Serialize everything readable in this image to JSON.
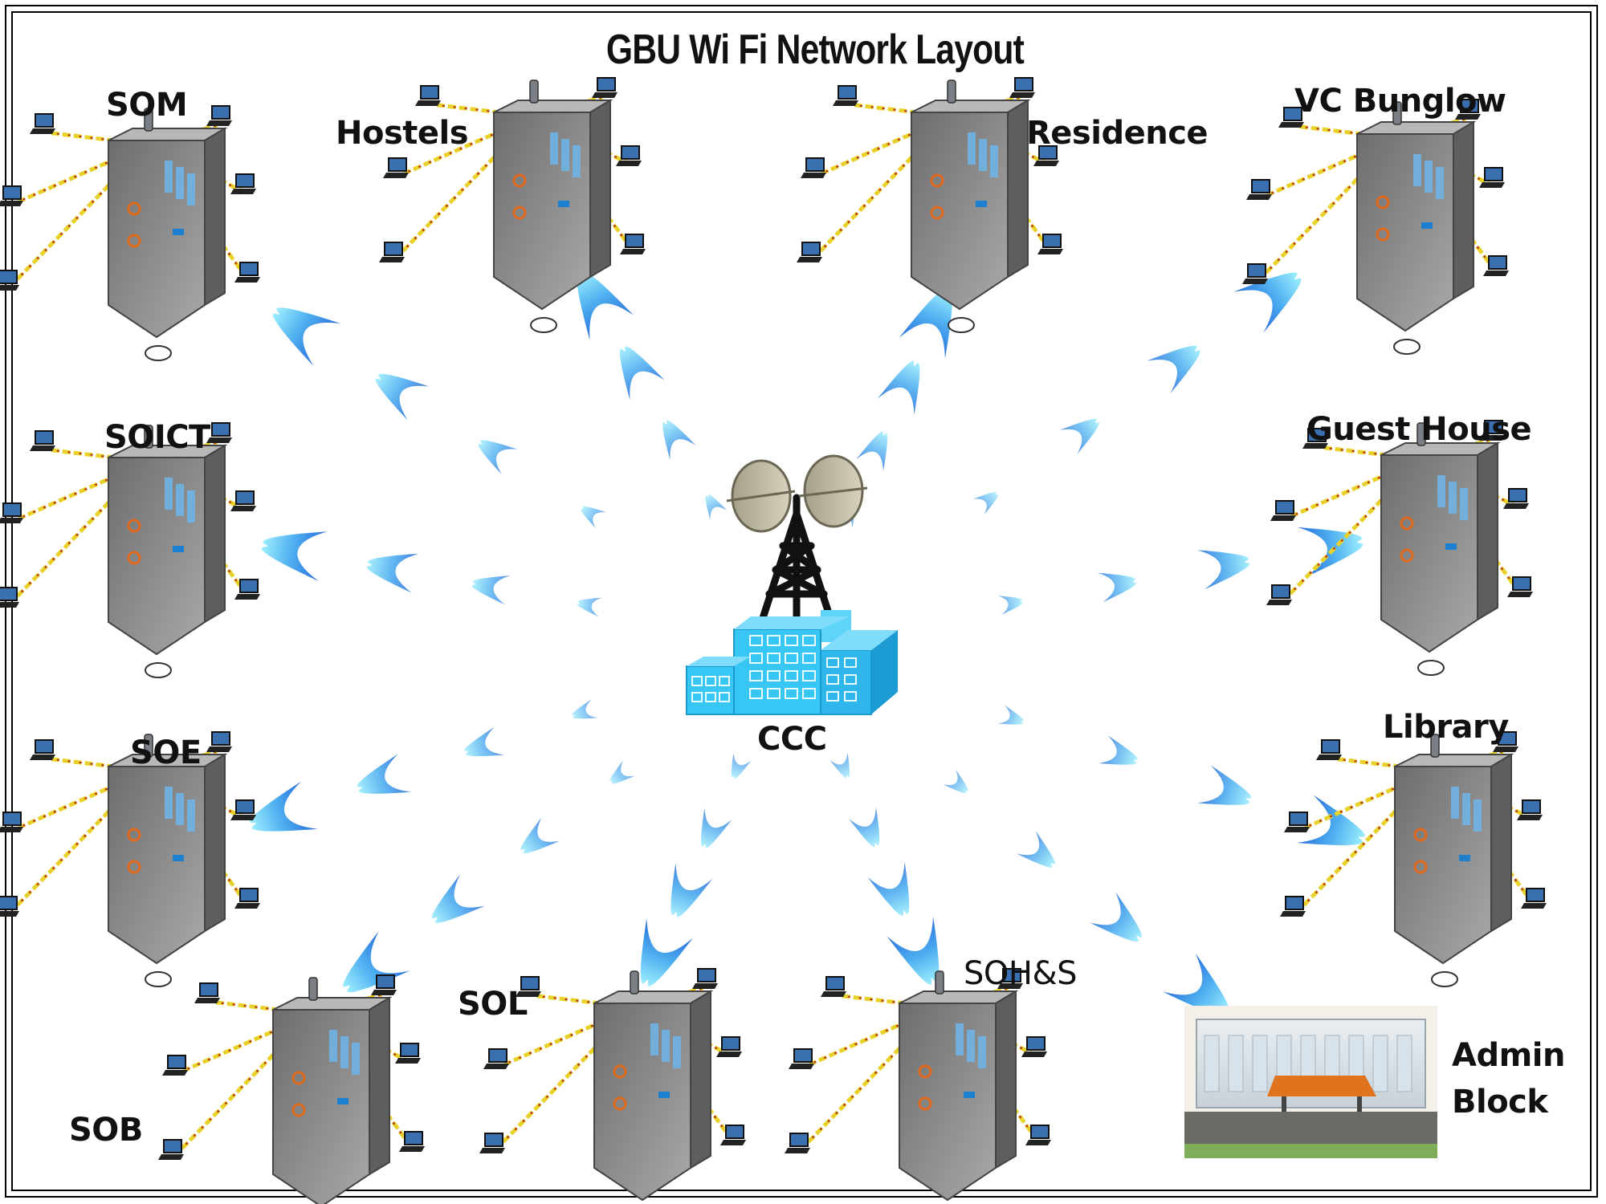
{
  "title": "GBU  Wi Fi Network Layout",
  "hub": {
    "label": "CCC"
  },
  "nodes": {
    "som": "SOM",
    "hostels": "Hostels",
    "residence": "Residence",
    "vc_bunglow": "VC Bunglow",
    "soict": "SOICT",
    "guest_house": "Guest House",
    "soe": "SOE",
    "library": "Library",
    "sol": "SOL",
    "sob": "SOB",
    "sohs": "SOH&S",
    "admin_block_line1": "Admin",
    "admin_block_line2": "Block"
  },
  "colors": {
    "beam_dark": "#1f5fd6",
    "beam_light": "#7fe3ff",
    "hub_building": "#38c6f5",
    "tower": "#111111",
    "building_gray": "#8a8a8a",
    "lightning": "#e8d22a"
  }
}
